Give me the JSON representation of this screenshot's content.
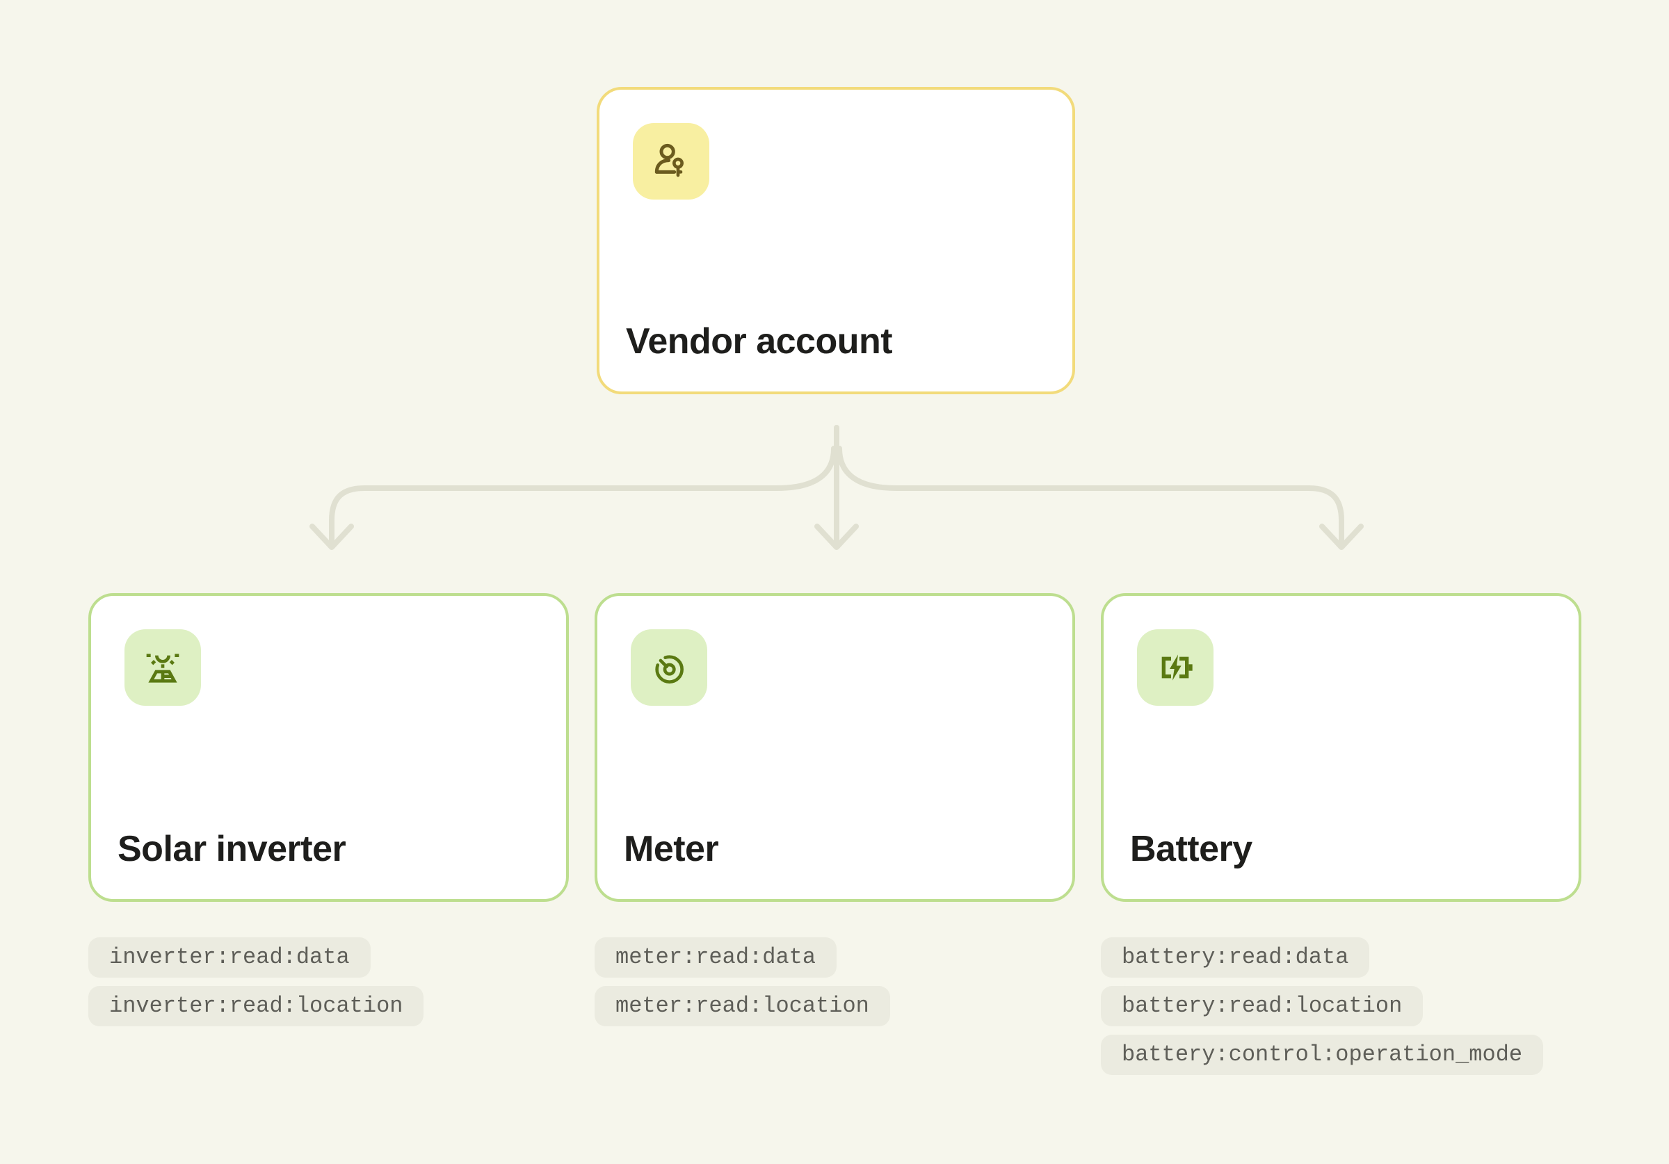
{
  "diagram": {
    "root": {
      "title": "Vendor account",
      "icon": "user-key-icon"
    },
    "nodes": [
      {
        "title": "Solar inverter",
        "icon": "solar-panel-sun-icon",
        "scopes": [
          "inverter:read:data",
          "inverter:read:location"
        ]
      },
      {
        "title": "Meter",
        "icon": "meter-dial-icon",
        "scopes": [
          "meter:read:data",
          "meter:read:location"
        ]
      },
      {
        "title": "Battery",
        "icon": "battery-bolt-icon",
        "scopes": [
          "battery:read:data",
          "battery:read:location",
          "battery:control:operation_mode"
        ]
      }
    ],
    "colors": {
      "page_background": "#f6f6ec",
      "card_background": "#ffffff",
      "vendor_border": "#f2db7b",
      "vendor_icon_background": "#f8efa1",
      "vendor_icon_stroke": "#6b5b1e",
      "device_border": "#bdde8f",
      "device_icon_background": "#def0c3",
      "device_icon_stroke": "#5a7912",
      "connector_line": "#e0e0d1",
      "tag_background": "#ebebe0",
      "tag_text": "#5e5e58",
      "title_text": "#1e1e1c"
    }
  }
}
